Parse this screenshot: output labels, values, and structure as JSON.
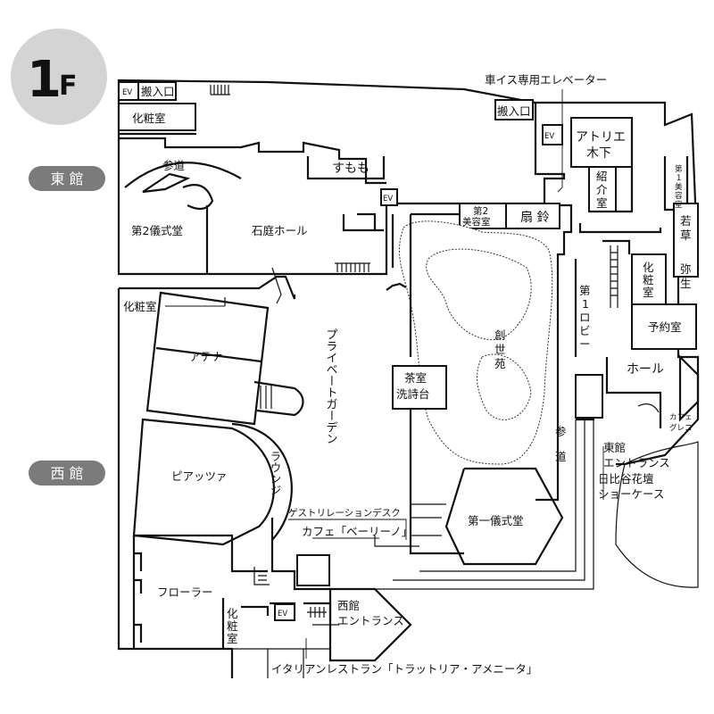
{
  "floor": {
    "number": "1",
    "suffix": "F"
  },
  "buildings": {
    "east": "東 館",
    "west": "西 館"
  },
  "rooms": {
    "ev_top": "EV",
    "hannyu_1": "搬入口",
    "keshou_top": "化粧室",
    "sando_top": "参道",
    "sumomo": "すもも",
    "dai2_gishikido": "第2儀式堂",
    "sekitei_hall": "石庭ホール",
    "ev_mid": "EV",
    "wheelchair_ev": "車イス専用エレベーター",
    "hannyu_2": "搬入口",
    "ev_right": "EV",
    "atelier": [
      "アトリエ",
      "木下"
    ],
    "shokaishitsu": [
      "紹",
      "介",
      "室"
    ],
    "dai1_biyoushitsu": [
      "第",
      "1",
      "美",
      "容",
      "室"
    ],
    "wakakusa": [
      "若",
      "草"
    ],
    "yayoi": [
      "弥",
      "生"
    ],
    "keshou_right": [
      "化",
      "粧",
      "室"
    ],
    "yoyakushitsu": "予約室",
    "hall": "ホール",
    "cafe_gurekoa": [
      "カフェ",
      "グレコ"
    ],
    "dai2_biyoushitsu": [
      "第2",
      "美容室"
    ],
    "senrei": "扇 鈴",
    "dai1_lobby": [
      "第",
      "1",
      "ロ",
      "ビ",
      "ー"
    ],
    "souseien": [
      "創",
      "世",
      "苑"
    ],
    "chashitsu": [
      "茶室",
      "洗詩台"
    ],
    "sando_right": [
      "参",
      "道"
    ],
    "daiichi_gishikido": "第一儀式堂",
    "keshou_west": "化粧室",
    "athena": "アテナ",
    "private_garden": "プライベートガーデン",
    "piazza": "ピアッツァ",
    "lounge": "ラウンジ",
    "guest_relation": "ゲストリレーションデスク",
    "cafe_berino": "カフェ「ベーリーノ」",
    "flora": "フローラー",
    "keshou_bottom": [
      "化",
      "粧",
      "室"
    ],
    "ev_bottom": "EV",
    "west_entrance": [
      "西館",
      "エントランス"
    ],
    "east_entrance": [
      "東館",
      "エントランス"
    ],
    "hibiya_kadan": [
      "日比谷花壇",
      "ショーケース"
    ],
    "italian": "イタリアンレストラン「トラットリア・アメニータ」"
  }
}
